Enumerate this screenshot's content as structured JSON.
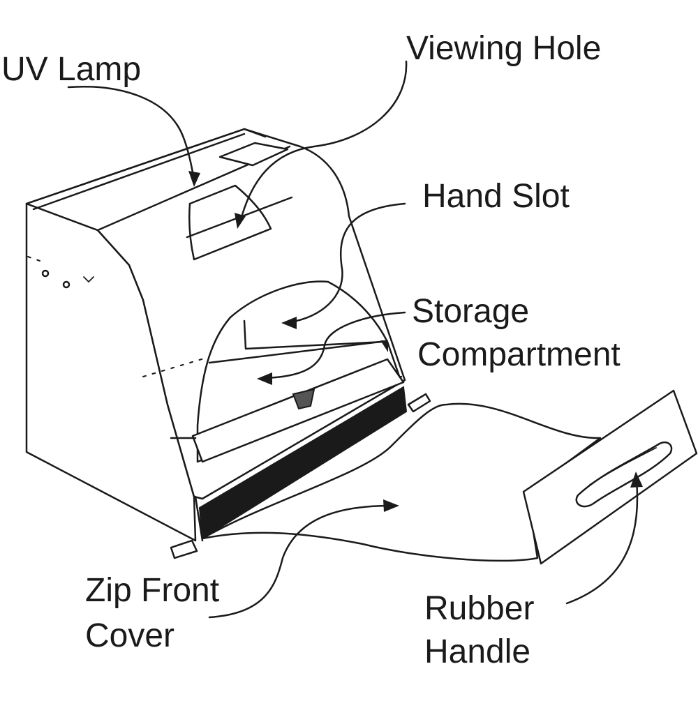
{
  "labels": {
    "uv_lamp": "UV Lamp",
    "viewing_hole": "Viewing Hole",
    "hand_slot": "Hand Slot",
    "storage_line1": "Storage",
    "storage_line2": "Compartment",
    "zip_line1": "Zip Front",
    "zip_line2": "Cover",
    "handle_line1": "Rubber",
    "handle_line2": "Handle"
  },
  "colors": {
    "ink": "#1a1a1a",
    "background": "#ffffff",
    "marker": "#555555"
  }
}
